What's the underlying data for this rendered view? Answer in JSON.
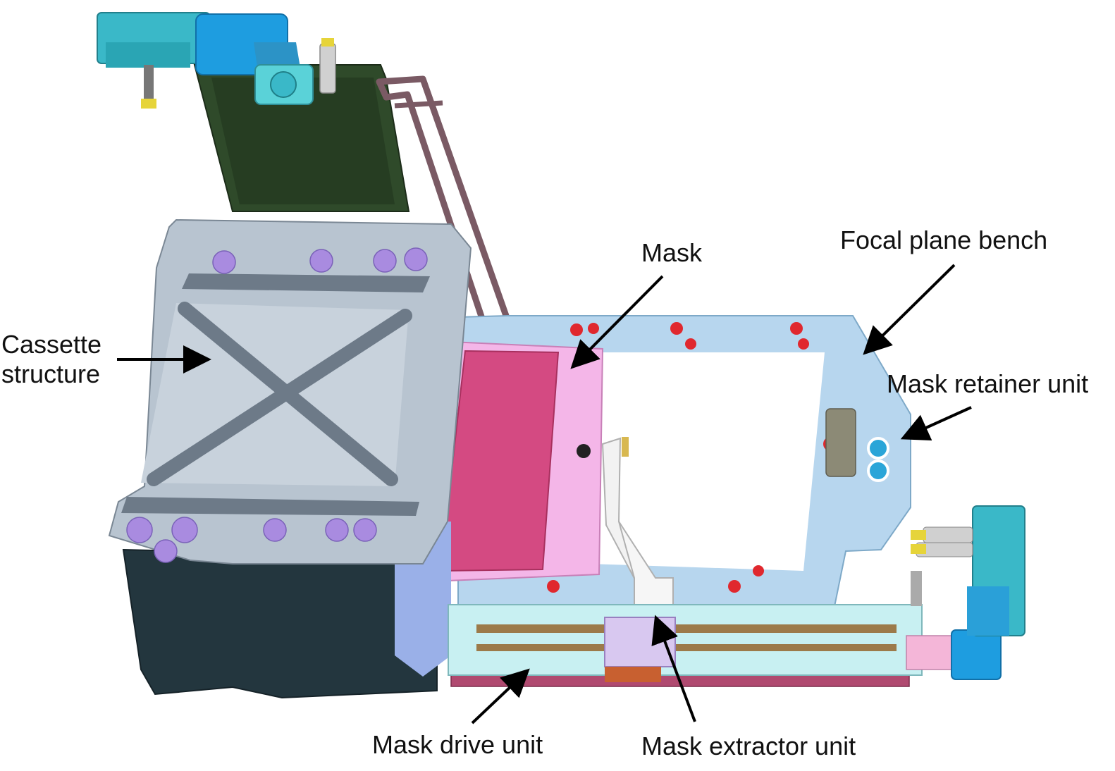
{
  "labels": {
    "cassette_line1": "Cassette",
    "cassette_line2": "structure",
    "mask": "Mask",
    "focal_plane_bench": "Focal plane bench",
    "mask_retainer_unit": "Mask retainer unit",
    "mask_drive_unit": "Mask drive unit",
    "mask_extractor_unit": "Mask extractor unit"
  },
  "colors": {
    "cassette": "#b8c4d0",
    "cassette_dark": "#23363e",
    "motor_block": "#2f4a2a",
    "motor_cyan": "#3ab8c8",
    "motor_blue": "#1e9de0",
    "bench": "#b7d6ee",
    "mask_pink": "#f4b6e8",
    "mask_dark": "#d44a82",
    "drive_rail": "#c8f0f2",
    "rail_brown": "#9c7a4a",
    "arrow": "#000000"
  }
}
